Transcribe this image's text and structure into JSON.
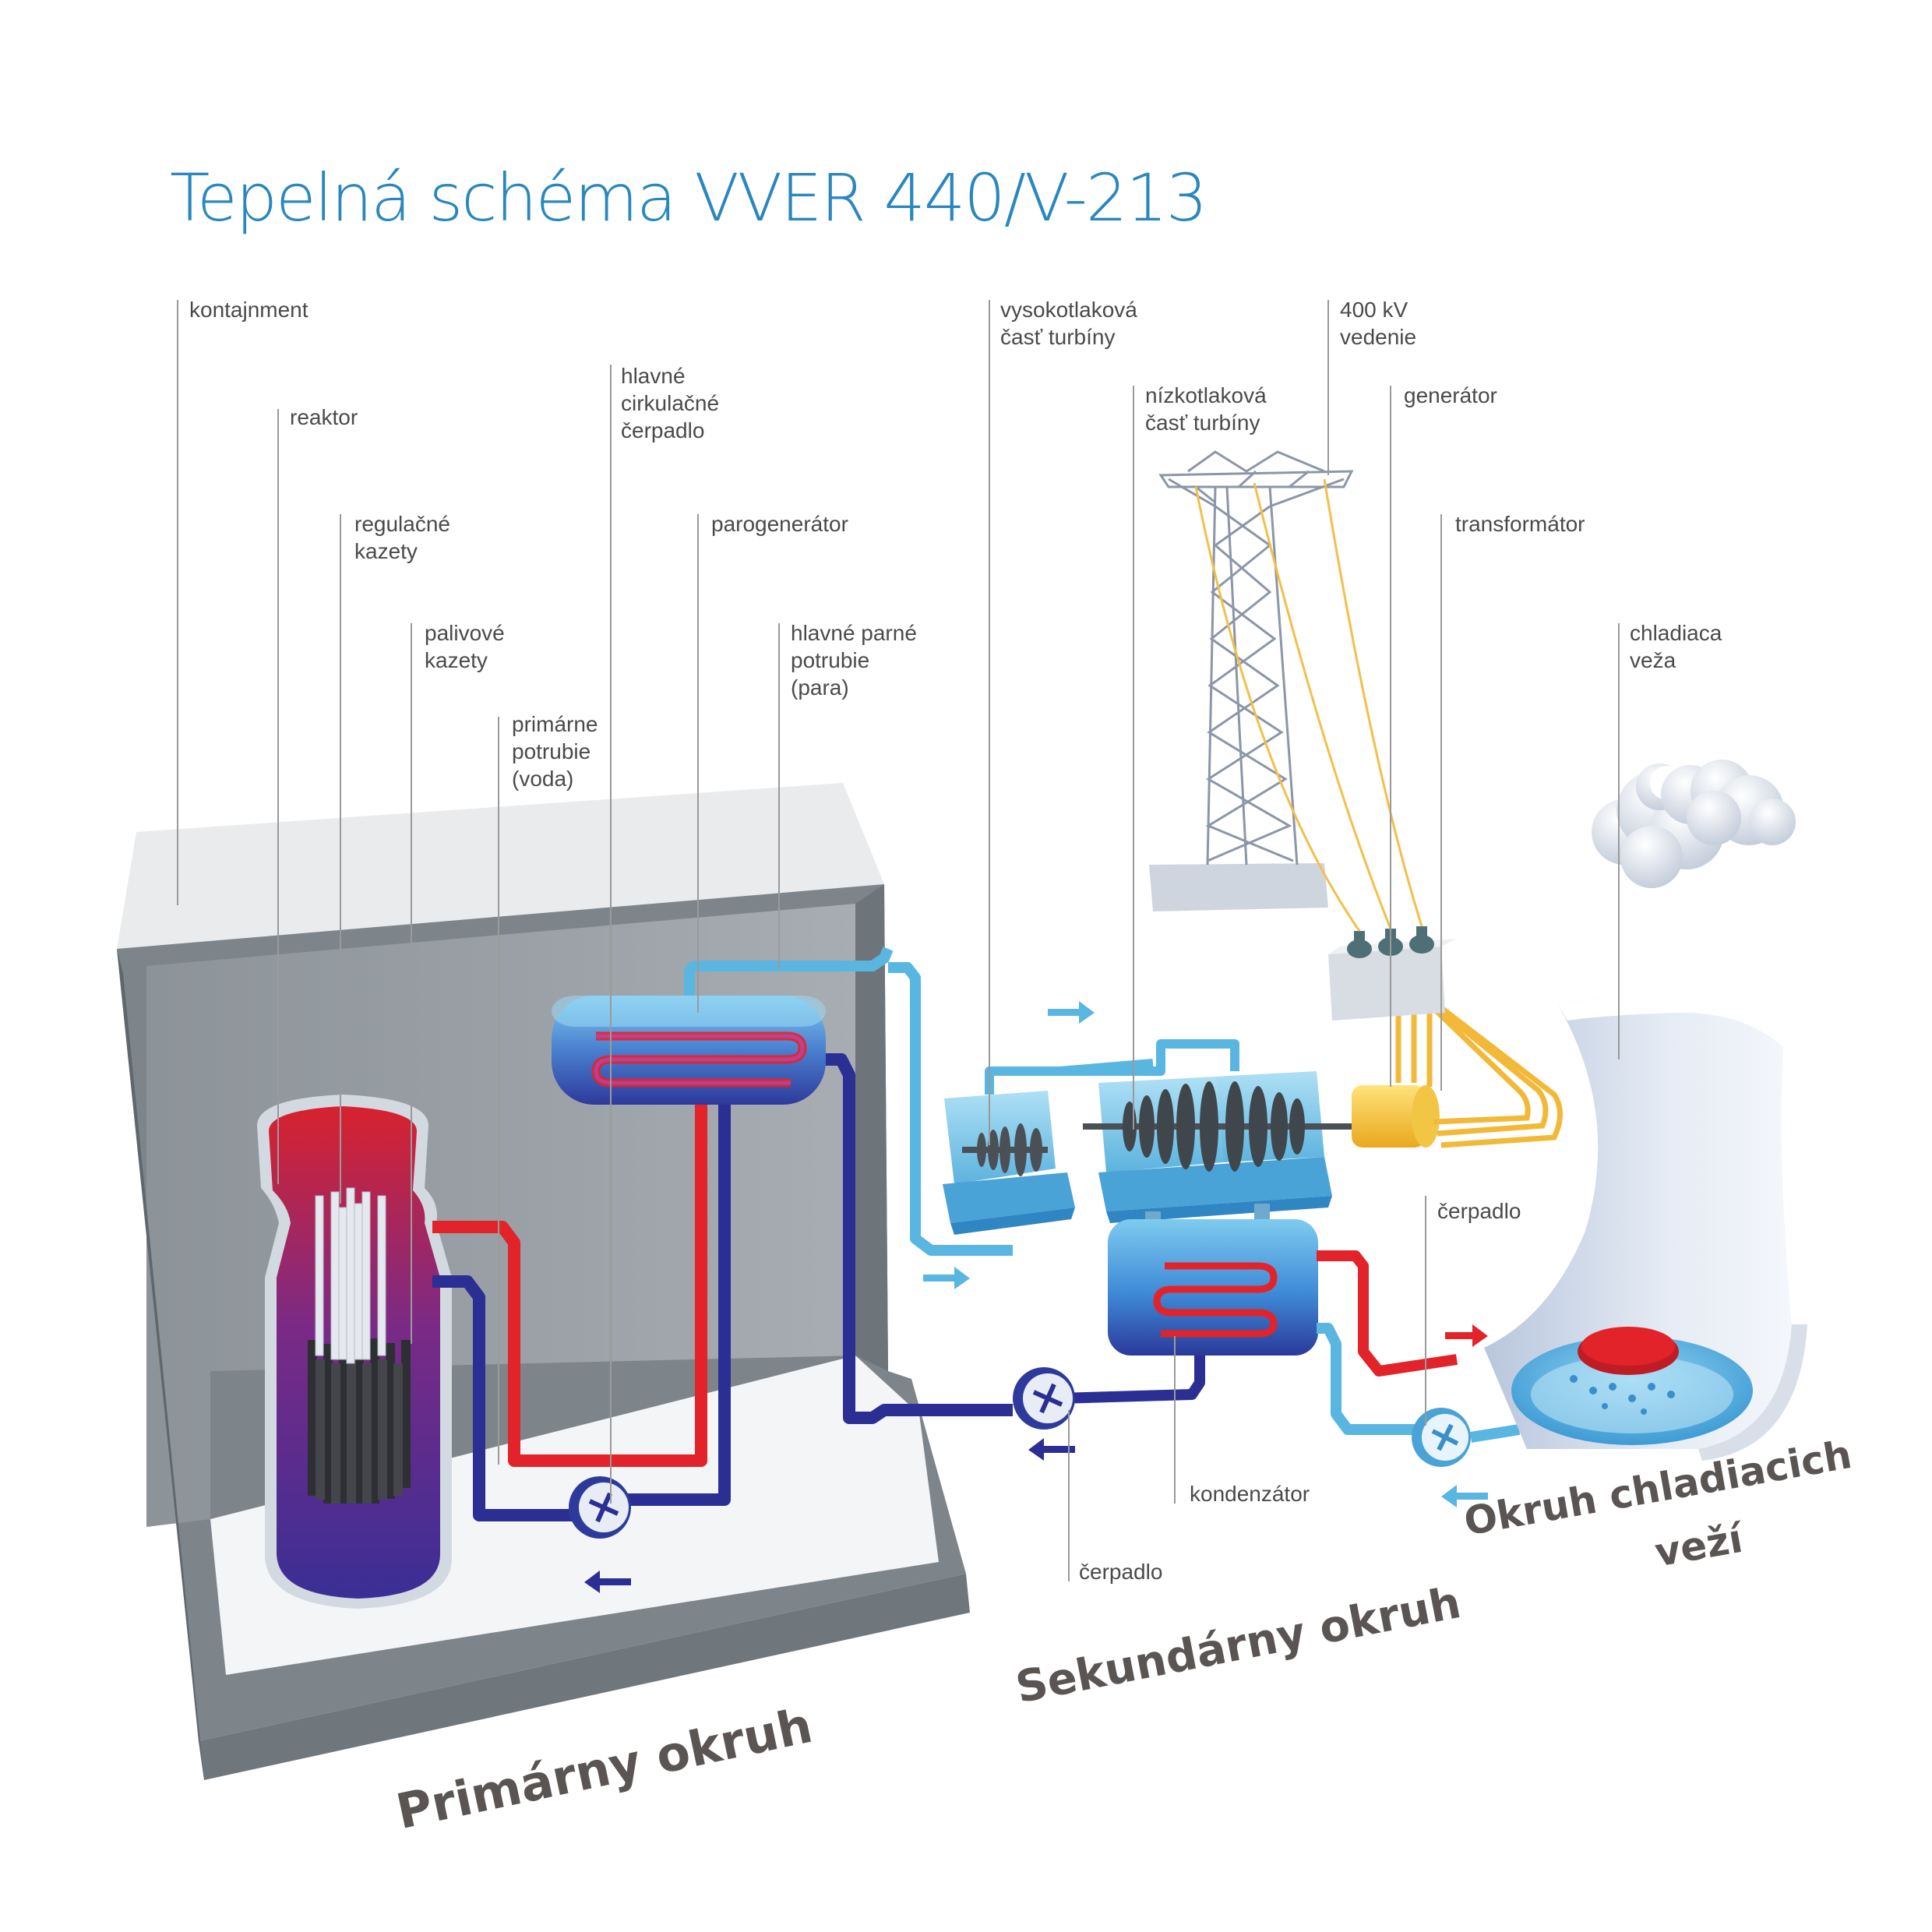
{
  "title": "Tepelná schéma VVER 440/V-213",
  "colors": {
    "title": "#2a87bd",
    "hot": "#e2232a",
    "cold": "#2b2f93",
    "steam": "#58b6e1",
    "wall": "#8f969c",
    "leader": "#9a9a9a",
    "circuit_text": "#5a5553"
  },
  "labels": {
    "kontajnment": [
      "kontajnment"
    ],
    "reaktor": [
      "reaktor"
    ],
    "regulacne": [
      "regulačné",
      "kazety"
    ],
    "palivove": [
      "palivové",
      "kazety"
    ],
    "primarne": [
      "primárne",
      "potrubie",
      "(voda)"
    ],
    "hcc": [
      "hlavné",
      "cirkulačné",
      "čerpadlo"
    ],
    "parogenerator": [
      "parogenerátor"
    ],
    "parne": [
      "hlavné parné",
      "potrubie",
      "(para)"
    ],
    "vysokotlakova": [
      "vysokotlaková",
      "časť turbíny"
    ],
    "nizkotlakova": [
      "nízkotlaková",
      "časť turbíny"
    ],
    "vedenie": [
      "400 kV",
      "vedenie"
    ],
    "generator": [
      "generátor"
    ],
    "transformator": [
      "transformátor"
    ],
    "chladiaca": [
      "chladiaca",
      "veža"
    ],
    "cerpadlo_veza": [
      "čerpadlo"
    ],
    "kondenzator": [
      "kondenzátor"
    ],
    "cerpadlo_sek": [
      "čerpadlo"
    ]
  },
  "circuits": {
    "primarny": "Primárny okruh",
    "sekundarny": "Sekundárny okruh",
    "chladiacich_1": "Okruh chladiacich",
    "chladiacich_2": "veží"
  }
}
